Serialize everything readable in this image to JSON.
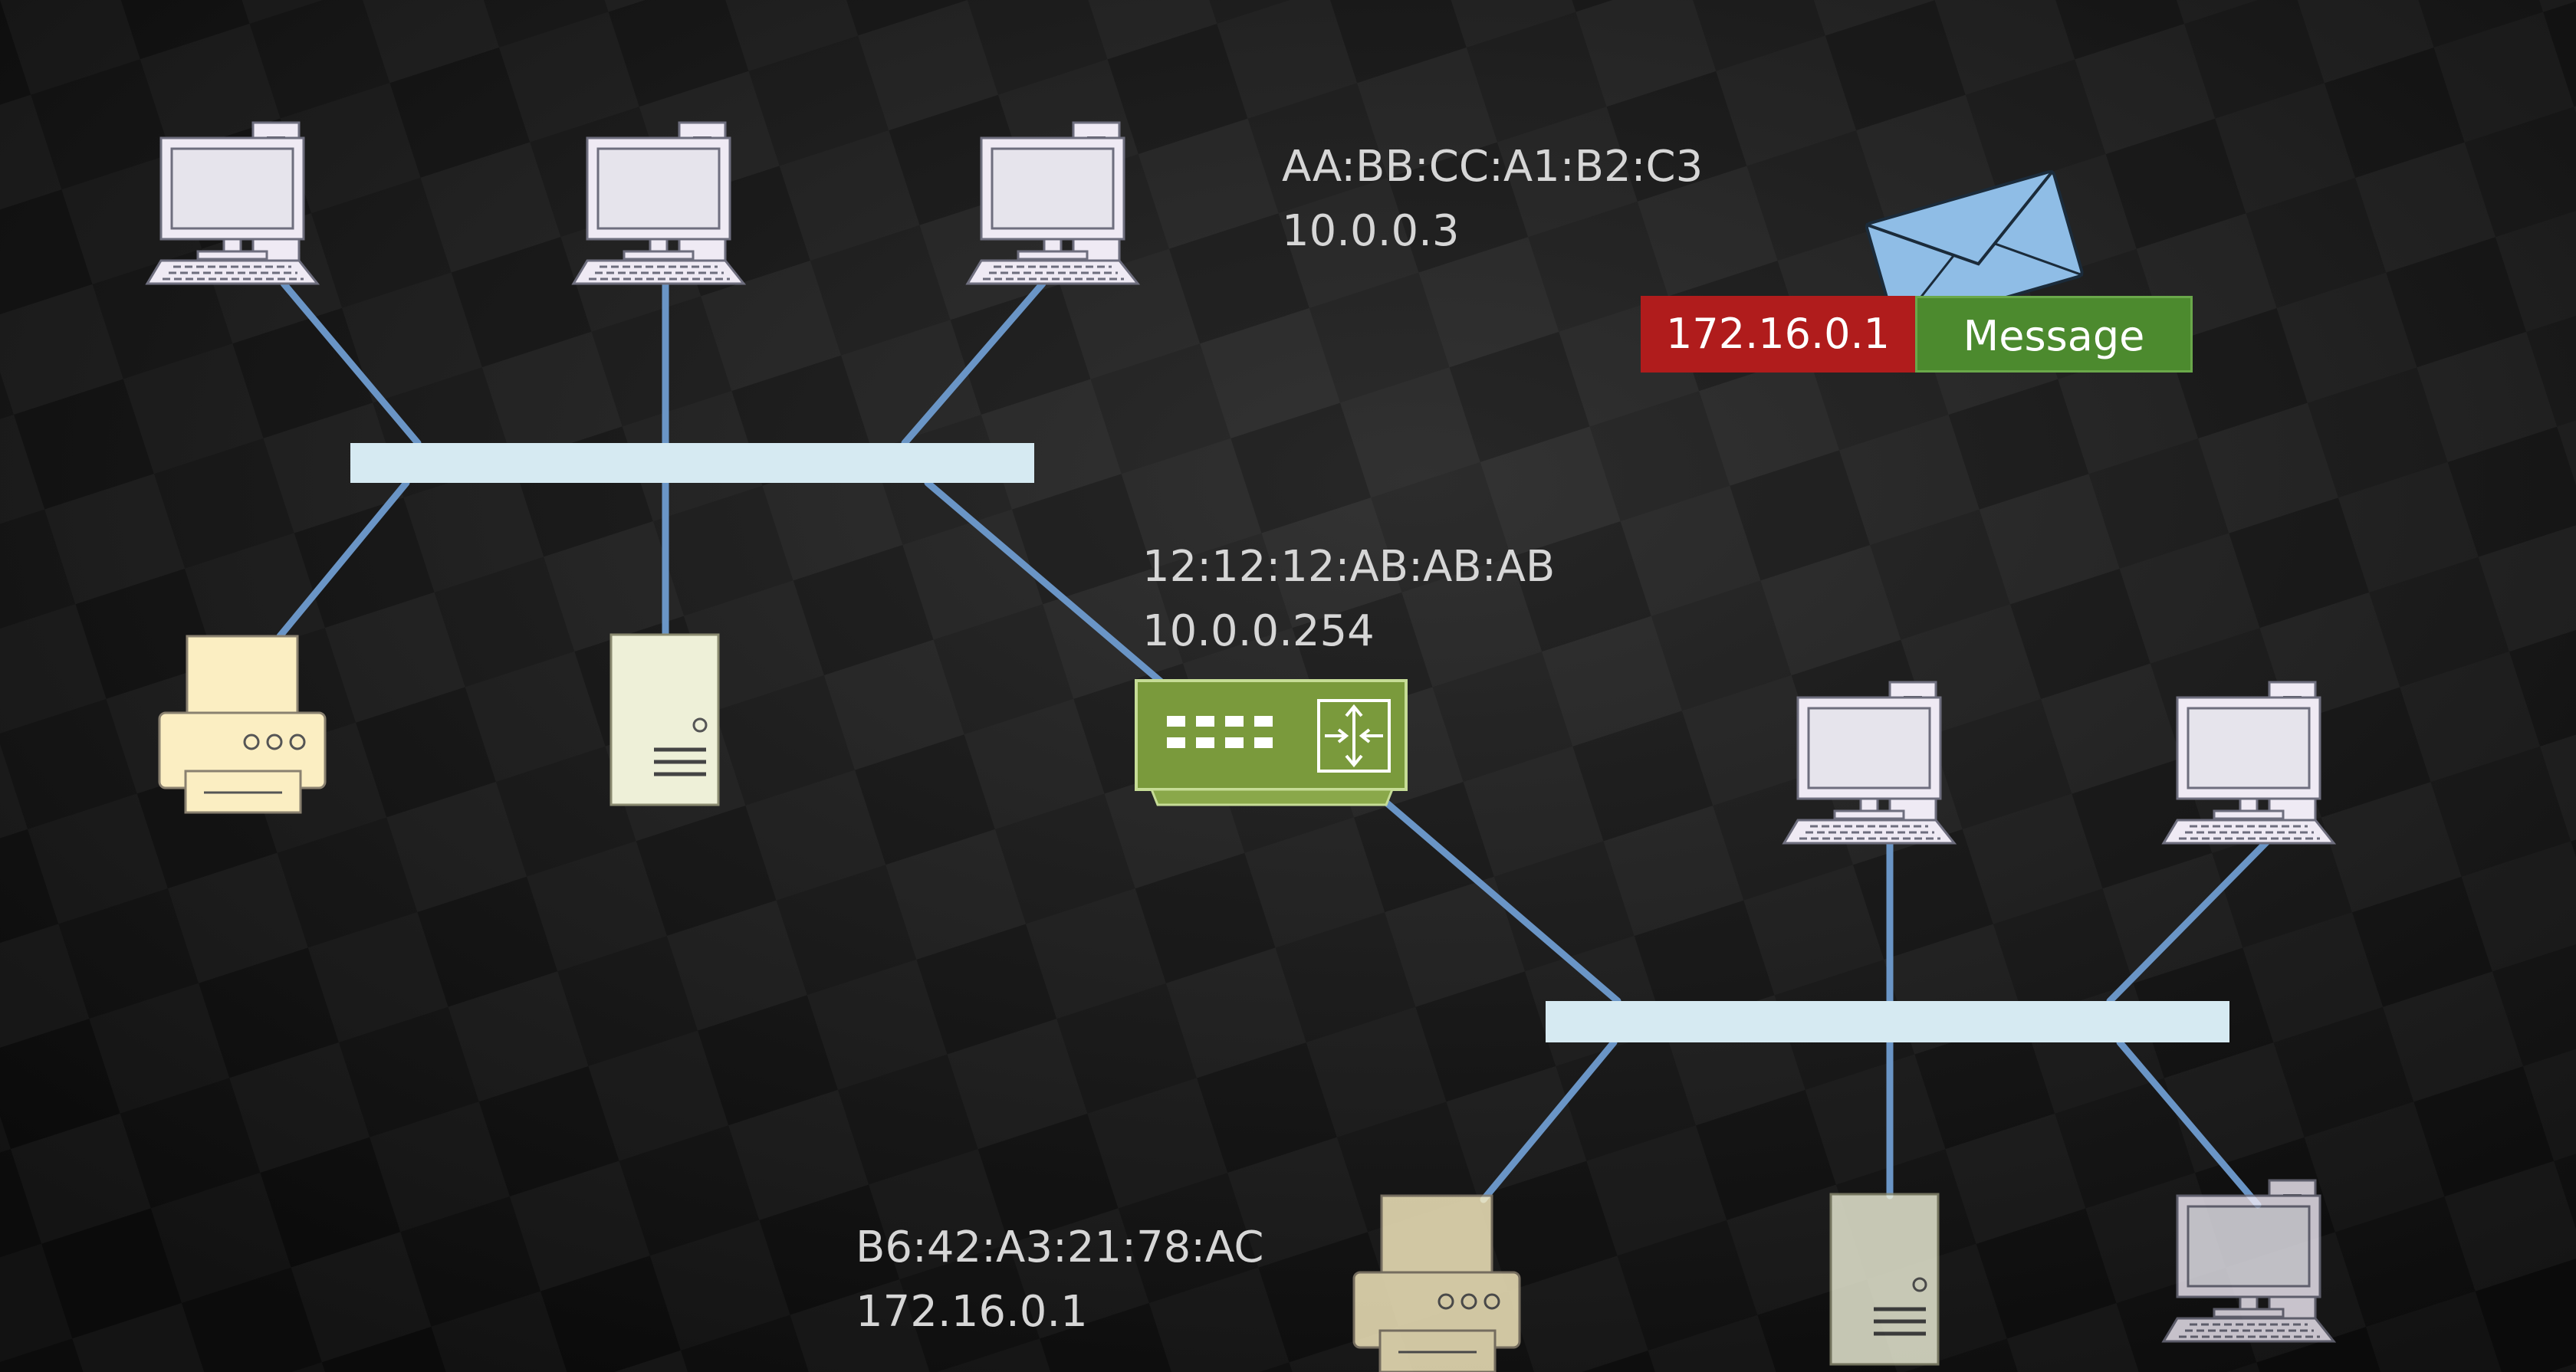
{
  "labels": {
    "host_target": {
      "mac": "AA:BB:CC:A1:B2:C3",
      "ip": "10.0.0.3"
    },
    "router": {
      "mac": "12:12:12:AB:AB:AB",
      "ip": "10.0.0.254"
    },
    "host_source": {
      "mac": "B6:42:A3:21:78:AC",
      "ip": "172.16.0.1"
    }
  },
  "packet": {
    "address": "172.16.0.1",
    "payload": "Message"
  },
  "colors": {
    "cable": "#6a95c6",
    "bus": "#d6eaf2",
    "router": "#7a9a3c",
    "printer": "#fbeec2",
    "server": "#eef0d8",
    "computer": "#efeaf4",
    "packet_address": "#b01c1c",
    "packet_payload": "#4c8a2e",
    "envelope": "#8fbde6"
  },
  "icons": [
    "computer-icon",
    "printer-icon",
    "server-icon",
    "router-icon",
    "envelope-icon"
  ]
}
